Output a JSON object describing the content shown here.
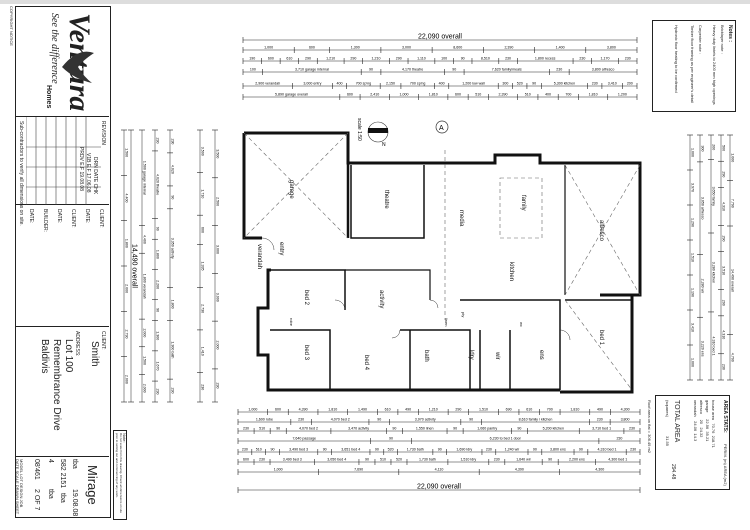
{
  "title_block": {
    "brand": "Ventura",
    "brand_sub": "Homes",
    "tagline": "See the difference",
    "copyright": "COPYRIGHT NOTICE",
    "revision_label": "REVISION",
    "rev_headers": [
      "DRN",
      "DATE",
      "CHK"
    ],
    "rev_rows": [
      [
        "V1B",
        "E.F",
        "17.06.08"
      ],
      [
        "PRDV",
        "E.F",
        "19.08.08"
      ]
    ],
    "subcontractor_note": "Sub-contractors to verify all dimensions on site.",
    "sign_fields": [
      "CLIENT:",
      "DATE:",
      "CLIENT:",
      "DATE:",
      "BUILDER:",
      "DATE:"
    ],
    "client_label": "CLIENT:",
    "client": "Smith",
    "address_label": "ADDRESS:",
    "address": [
      "Lot 100",
      "Remembrance Drive",
      "Baldivis"
    ],
    "note_label": "Note:",
    "note": "Do not scale from this drawing. Check all dimensions on site prior to setting out and commencing of any work.",
    "design": "Mirage",
    "fields": [
      {
        "label": "MODEL",
        "value": "tba"
      },
      {
        "label": "DATE",
        "value": "19.08.08"
      },
      {
        "label": "LOT",
        "value": "582 2151"
      },
      {
        "label": "SCALE",
        "value": "tba"
      },
      {
        "label": "DESIGN",
        "value": "4"
      },
      {
        "label": "DRAWN",
        "value": "tba"
      },
      {
        "label": "JOB",
        "value": "08'461"
      },
      {
        "label": "SHEET",
        "value": "2 OF 7"
      }
    ]
  },
  "notes_box": {
    "title": "Notes :",
    "lines": [
      "Bricklayer note :",
      "Heavy duty lintels to 2400 mm high openings",
      "Carpenter note :",
      "Timber floor framing as per engineer's detail",
      "Hydronic floor heating to be confirmed"
    ]
  },
  "area_stats": {
    "title": "AREA STATS:",
    "col_header": "PERIM. (m) AREA (m2)",
    "rows": [
      {
        "name": "house area",
        "perim": "70.76",
        "area": "218.71"
      },
      {
        "name": "garage",
        "perim": "22.56",
        "area": "35.21"
      },
      {
        "name": "alfresco",
        "perim": "20",
        "area": "24.32"
      },
      {
        "name": "verandah",
        "perim": "24.06",
        "area": "14.3"
      }
    ],
    "total_label": "TOTAL AREA",
    "total_sub": "(squares)",
    "total_sq": "31.55",
    "total": "294.48",
    "roof_note": "Roof area on flat = 306.49 m2"
  },
  "rooms": {
    "garage": "garage",
    "theatre": "theatre",
    "media": "media",
    "family": "family",
    "alfresco": "alfresco",
    "bed1": "bed 1",
    "bed2": "bed 2",
    "bed3": "bed 3",
    "bed4": "bed 4",
    "activity": "activity",
    "kitchen": "kitchen",
    "bath": "bath",
    "ldry": "ldry",
    "ens": "ens",
    "wir": "wir",
    "entry": "entry",
    "verandah": "verandah",
    "robe": "robe",
    "lnen": "linen",
    "pty": "pty",
    "wc": "wc"
  },
  "scale_label": "scale 1:50",
  "north_label": "N",
  "section_marker": "A",
  "dims": {
    "top": [
      [
        "22,090 overall"
      ],
      [
        "1,000",
        "600",
        "1,300",
        "3,000",
        "8,600",
        "2,390",
        "1,400",
        "3,800"
      ],
      [
        "190",
        "600",
        "610",
        "290",
        "1,210",
        "290",
        "1,210",
        "290",
        "1,110",
        "100",
        "90",
        "8,510",
        "230",
        "1,800 recess",
        "230",
        "1,170",
        "230"
      ],
      [
        "100",
        "3,710 garage internal",
        "90",
        "4,170 theatre",
        "90",
        "7,620 family/meals",
        "230",
        "3,800 alfresco"
      ],
      [
        "2,900 verandah",
        "3,000 entry",
        "400",
        "700 sp'ng",
        "2,150",
        "700 sp'ng",
        "400",
        "1,200 low wall",
        "300",
        "520",
        "90",
        "5,300 kitchen",
        "230",
        "3,410",
        "200"
      ],
      [
        "5,890 garage overall",
        "600",
        "2,410",
        "1,000",
        "1,810",
        "600",
        "510",
        "2,390",
        "510",
        "400",
        "700",
        "1,810",
        "1,200"
      ]
    ],
    "bottom": [
      [
        "1,000",
        "600",
        "4,390",
        "1,810",
        "1,490",
        "610",
        "490",
        "1,210",
        "290",
        "1,510",
        "690",
        "610",
        "700",
        "1,810",
        "490",
        "4,300"
      ],
      [
        "1,600 robe",
        "230",
        "4,070 bed 2",
        "90",
        "3,970 activity",
        "90",
        "8,610 family / kitchen",
        "230",
        "3,800"
      ],
      [
        "230",
        "510",
        "90",
        "4,070 bed 2",
        "3,470 activity",
        "90",
        "1,550 linen",
        "90",
        "1,060 pantry",
        "90",
        "5,200 kitchen",
        "3,710 bed 1",
        "230"
      ],
      [
        "7,640 passage",
        "90",
        "6,230 to bed 1 door",
        "230"
      ],
      [
        "230",
        "510",
        "90",
        "3,490 bed 3",
        "90",
        "3,651 bed 4",
        "90",
        "520",
        "1,730 bath",
        "90",
        "1,690 ldry",
        "230",
        "1,240 wir",
        "90",
        "3,800 ens",
        "90",
        "4,310 bed 1",
        "230"
      ],
      [
        "600",
        "230",
        "3,490 bed 3",
        "3,050 bed 4",
        "90",
        "510",
        "520",
        "1,730 bath",
        "1,510 ldry",
        "230",
        "1,640 wir",
        "90",
        "2,200 ens",
        "4,300 bed 1"
      ],
      [
        "1,000",
        "7,690",
        "4,110",
        "4,390",
        "4,300"
      ],
      [
        "22,090 overall"
      ]
    ],
    "left": [
      [
        "1,500",
        "4,400",
        "1,800",
        "2,000",
        "2,730",
        "2,000"
      ],
      [
        "14,490 overall"
      ],
      [
        "1,500 garage internal",
        "4,400",
        "1,800 verandah",
        "2,000",
        "1,500",
        "2,000"
      ],
      [
        "230",
        "4,020 theatre",
        "90",
        "1,800",
        "2,200",
        "90",
        "1,300",
        "1,670",
        "230"
      ],
      [
        "230",
        "4,020",
        "90",
        "3,350 activity",
        "1,800",
        "1,300 bath",
        "230"
      ],
      [
        "3,500",
        "1,710",
        "600",
        "1,335",
        "2,730",
        "1,410",
        "230"
      ],
      [
        "3,500",
        "2,500",
        "3,000",
        "3,000",
        "2,000",
        "230"
      ]
    ],
    "right": [
      [
        "1,000",
        "7,790",
        "14,490 overall",
        "4,700"
      ],
      [
        "500",
        "290",
        "4,310",
        "290",
        "3,510",
        "290",
        "4,310",
        "230"
      ],
      [
        "200",
        "3,650 family",
        "3,280 kitchen",
        "4,310 bed 1"
      ],
      [
        "300",
        "3,050 alfresco",
        "2,280 wir",
        "3,220 ens"
      ],
      [
        "1,000",
        "3,970",
        "1,290",
        "1,510",
        "1,190",
        "3,410",
        "1,000"
      ]
    ]
  }
}
